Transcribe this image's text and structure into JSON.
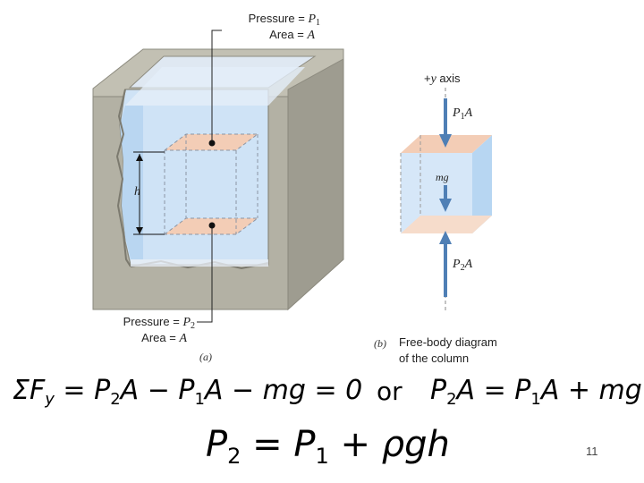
{
  "figure_a": {
    "top_label_pressure": "Pressure = ",
    "top_label_pressure_var": "P",
    "top_label_pressure_sub": "1",
    "top_label_area": "Area = ",
    "top_label_area_var": "A",
    "bottom_label_pressure": "Pressure = ",
    "bottom_label_pressure_var": "P",
    "bottom_label_pressure_sub": "2",
    "bottom_label_area": "Area = ",
    "bottom_label_area_var": "A",
    "height_label": "h",
    "caption": "(a)"
  },
  "figure_b": {
    "axis_label_sign": "+",
    "axis_label_var": "y",
    "axis_label_word": " axis",
    "force_top_var": "P",
    "force_top_sub": "1",
    "force_top_area": "A",
    "force_middle": "mg",
    "force_bottom_var": "P",
    "force_bottom_sub": "2",
    "force_bottom_area": "A",
    "caption_letter": "(b)",
    "caption_line1": "Free-body diagram",
    "caption_line2": "of the column"
  },
  "equations": {
    "sum_symbol": "ΣF",
    "sum_sub": "y",
    "eq1_rhs_a": " = P",
    "eq1_rhs_a_sub": "2",
    "eq1_rhs_b": "A − P",
    "eq1_rhs_b_sub": "1",
    "eq1_rhs_c": "A − mg = 0",
    "connector": "or",
    "eq2_a": "P",
    "eq2_a_sub": "2",
    "eq2_b": "A = P",
    "eq2_b_sub": "1",
    "eq2_c": "A + mg",
    "final_a": "P",
    "final_a_sub": "2",
    "final_b": " = P",
    "final_b_sub": "1",
    "final_c": " + ρgh"
  },
  "slide_number": "11",
  "colors": {
    "container_gray": "#b3b1a4",
    "container_dark": "#9c9a8e",
    "water_blue": "#cfe3f6",
    "water_deep": "#b9d6f1",
    "face_peach": "#f3cdb6",
    "arrow_blue": "#4f7fb5"
  }
}
